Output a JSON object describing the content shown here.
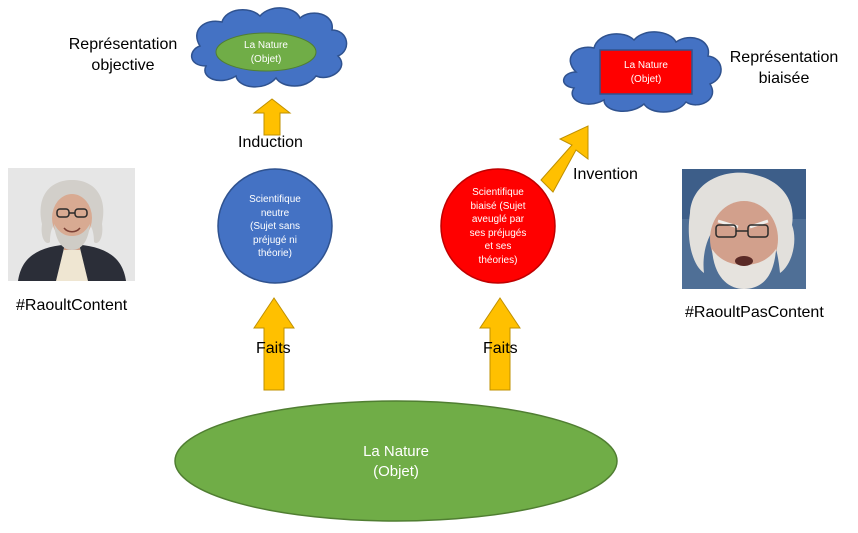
{
  "labels": {
    "rep_objective_line1": "Représentation",
    "rep_objective_line2": "objective",
    "rep_biased_line1": "Représentation",
    "rep_biased_line2": "biaisée",
    "induction": "Induction",
    "invention": "Invention",
    "faits_left": "Faits",
    "faits_right": "Faits",
    "raoult_content": "#RaoultContent",
    "raoult_pas_content": "#RaoultPasContent"
  },
  "nodes": {
    "nature_top_left": {
      "line1": "La Nature",
      "line2": "(Objet)"
    },
    "nature_top_right": {
      "line1": "La Nature",
      "line2": "(Objet)"
    },
    "scientist_neutral": {
      "lines": [
        "Scientifique",
        "neutre",
        "(Sujet sans",
        "préjugé ni",
        "théorie)"
      ]
    },
    "scientist_biased": {
      "lines": [
        "Scientifique",
        "biaisé (Sujet",
        "aveuglé par",
        "ses préjugés",
        "et ses",
        "théories)"
      ]
    },
    "nature_bottom": {
      "line1": "La Nature",
      "line2": "(Objet)"
    }
  },
  "colors": {
    "blue": "#4472c4",
    "green": "#70ad47",
    "red": "#ff0000",
    "arrow": "#ffc000"
  }
}
